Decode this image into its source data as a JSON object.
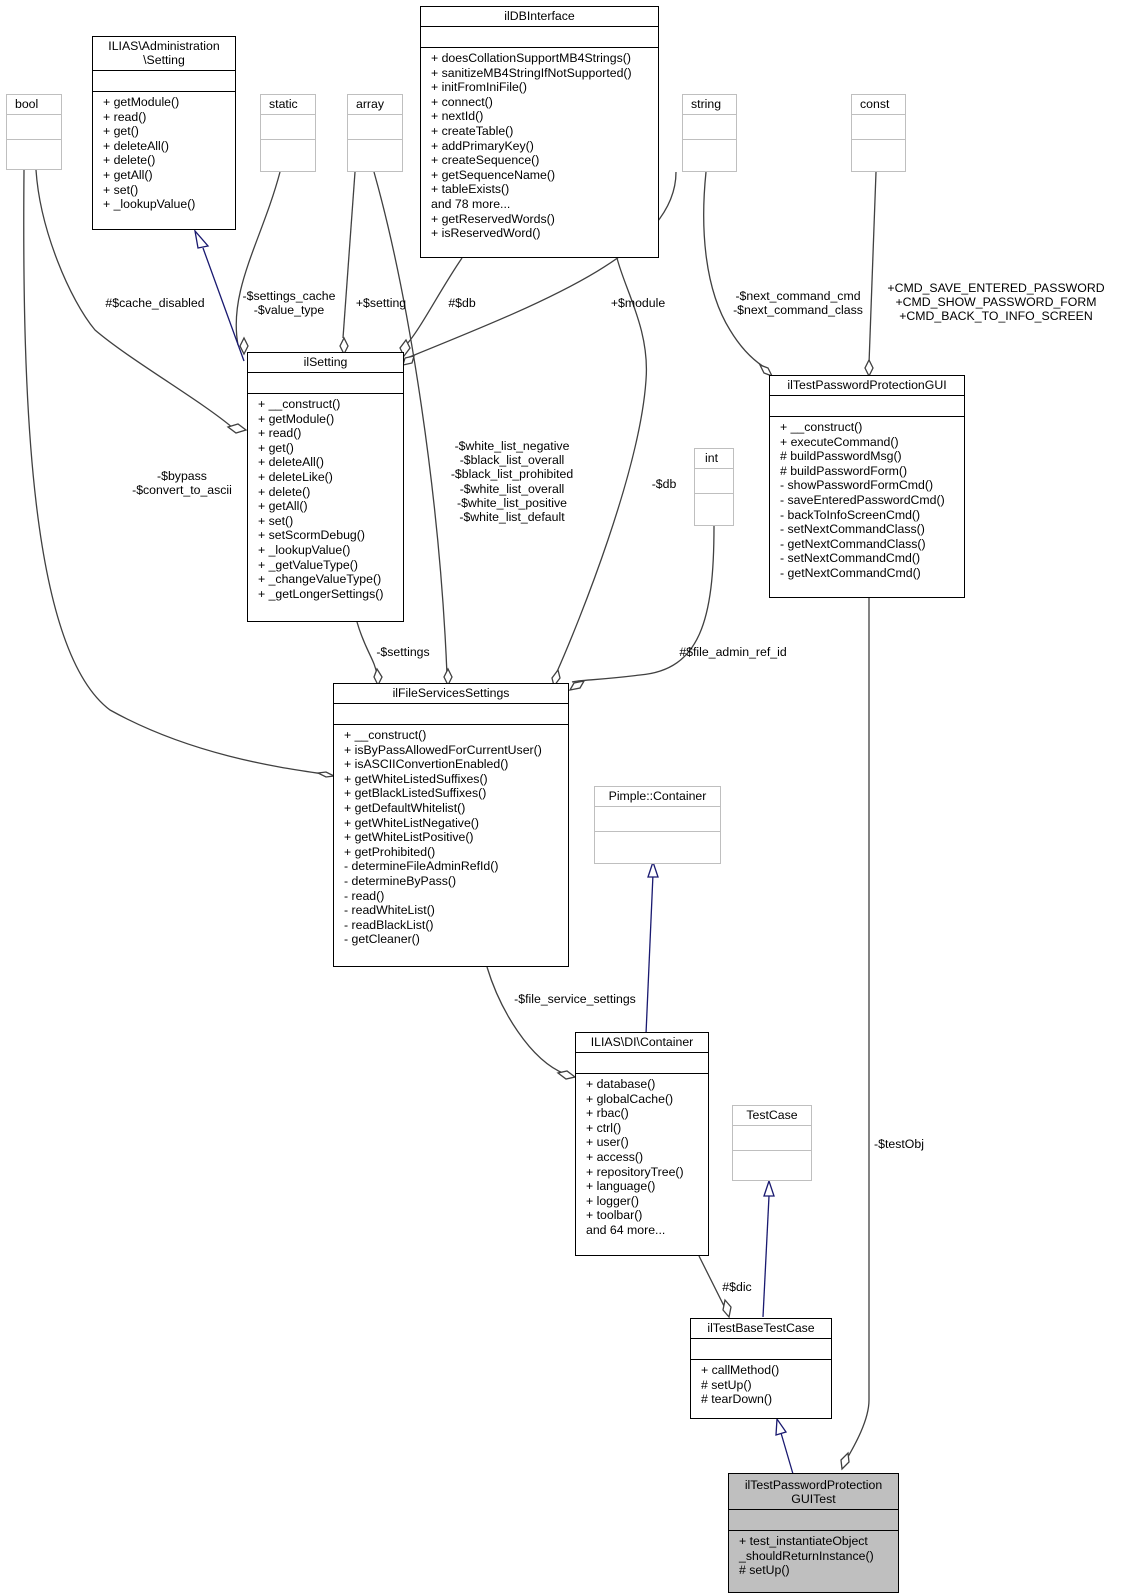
{
  "diagram": {
    "classes": {
      "ilias_setting": {
        "title": "ILIAS\\Administration\n\\Setting",
        "attributes": [],
        "methods": [
          "+ getModule()",
          "+ read()",
          "+ get()",
          "+ deleteAll()",
          "+ delete()",
          "+ getAll()",
          "+ set()",
          "+ _lookupValue()"
        ]
      },
      "bool": {
        "title": "bool",
        "attributes": [],
        "methods": []
      },
      "static": {
        "title": "static",
        "attributes": [],
        "methods": []
      },
      "array": {
        "title": "array",
        "attributes": [],
        "methods": []
      },
      "ildbinterface": {
        "title": "ilDBInterface",
        "attributes": [],
        "methods": [
          "+ doesCollationSupportMB4Strings()",
          "+ sanitizeMB4StringIfNotSupported()",
          "+ initFromIniFile()",
          "+ connect()",
          "+ nextId()",
          "+ createTable()",
          "+ addPrimaryKey()",
          "+ createSequence()",
          "+ getSequenceName()",
          "+ tableExists()",
          "and 78 more...",
          "+ getReservedWords()",
          "+ isReservedWord()"
        ]
      },
      "string": {
        "title": "string",
        "attributes": [],
        "methods": []
      },
      "const": {
        "title": "const",
        "attributes": [],
        "methods": []
      },
      "ilsetting": {
        "title": "ilSetting",
        "attributes": [],
        "methods": [
          "+ __construct()",
          "+ getModule()",
          "+ read()",
          "+ get()",
          "+ deleteAll()",
          "+ deleteLike()",
          "+ delete()",
          "+ getAll()",
          "+ set()",
          "+ setScormDebug()",
          "+ _lookupValue()",
          "+ _getValueType()",
          "+ _changeValueType()",
          "+ _getLongerSettings()"
        ]
      },
      "int": {
        "title": "int",
        "attributes": [],
        "methods": []
      },
      "iltestpasswordprotectiongui": {
        "title": "ilTestPasswordProtectionGUI",
        "attributes": [],
        "methods": [
          "+ __construct()",
          "+ executeCommand()",
          "# buildPasswordMsg()",
          "# buildPasswordForm()",
          "- showPasswordFormCmd()",
          "- saveEnteredPasswordCmd()",
          "- backToInfoScreenCmd()",
          "- setNextCommandClass()",
          "- getNextCommandClass()",
          "- setNextCommandCmd()",
          "- getNextCommandCmd()"
        ]
      },
      "ilfileservicessettings": {
        "title": "ilFileServicesSettings",
        "attributes": [],
        "methods": [
          "+ __construct()",
          "+ isByPassAllowedForCurrentUser()",
          "+ isASCIIConvertionEnabled()",
          "+ getWhiteListedSuffixes()",
          "+ getBlackListedSuffixes()",
          "+ getDefaultWhitelist()",
          "+ getWhiteListNegative()",
          "+ getWhiteListPositive()",
          "+ getProhibited()",
          "- determineFileAdminRefId()",
          "- determineByPass()",
          "- read()",
          "- readWhiteList()",
          "- readBlackList()",
          "- getCleaner()"
        ]
      },
      "pimple": {
        "title": "Pimple::Container",
        "attributes": [],
        "methods": []
      },
      "ilias_di": {
        "title": "ILIAS\\DI\\Container",
        "attributes": [],
        "methods": [
          "+ database()",
          "+ globalCache()",
          "+ rbac()",
          "+ ctrl()",
          "+ user()",
          "+ access()",
          "+ repositoryTree()",
          "+ language()",
          "+ logger()",
          "+ toolbar()",
          "and 64 more..."
        ]
      },
      "testcase": {
        "title": "TestCase",
        "attributes": [],
        "methods": []
      },
      "iltestbasetestcase": {
        "title": "ilTestBaseTestCase",
        "attributes": [],
        "methods": [
          "+ callMethod()",
          "# setUp()",
          "# tearDown()"
        ]
      },
      "focus": {
        "title": "ilTestPasswordProtection\nGUITest",
        "attributes": [],
        "methods": [
          "+ test_instantiateObject\n_shouldReturnInstance()",
          "# setUp()"
        ]
      }
    },
    "edge_labels": {
      "cache_disabled": "#$cache_disabled",
      "settings_cache": "-$settings_cache\n-$value_type",
      "setting": "+$setting",
      "db_setting": "#$db",
      "module": "+$module",
      "next_cmd": "-$next_command_cmd\n-$next_command_class",
      "cmd_consts": "+CMD_SAVE_ENTERED_PASSWORD\n+CMD_SHOW_PASSWORD_FORM\n+CMD_BACK_TO_INFO_SCREEN",
      "bypass": "-$bypass\n-$convert_to_ascii",
      "white_list": "-$white_list_negative\n-$black_list_overall\n-$black_list_prohibited\n-$white_list_overall\n-$white_list_positive\n-$white_list_default",
      "db_fss": "-$db",
      "settings": "-$settings",
      "file_admin": "#$file_admin_ref_id",
      "file_service_settings": "-$file_service_settings",
      "test_obj": "-$testObj",
      "dic": "#$dic"
    },
    "colors": {
      "association": "#404040",
      "inheritance": "#191970",
      "external_border": "#bfbfbf",
      "focus_fill": "#bfbfbf"
    }
  }
}
